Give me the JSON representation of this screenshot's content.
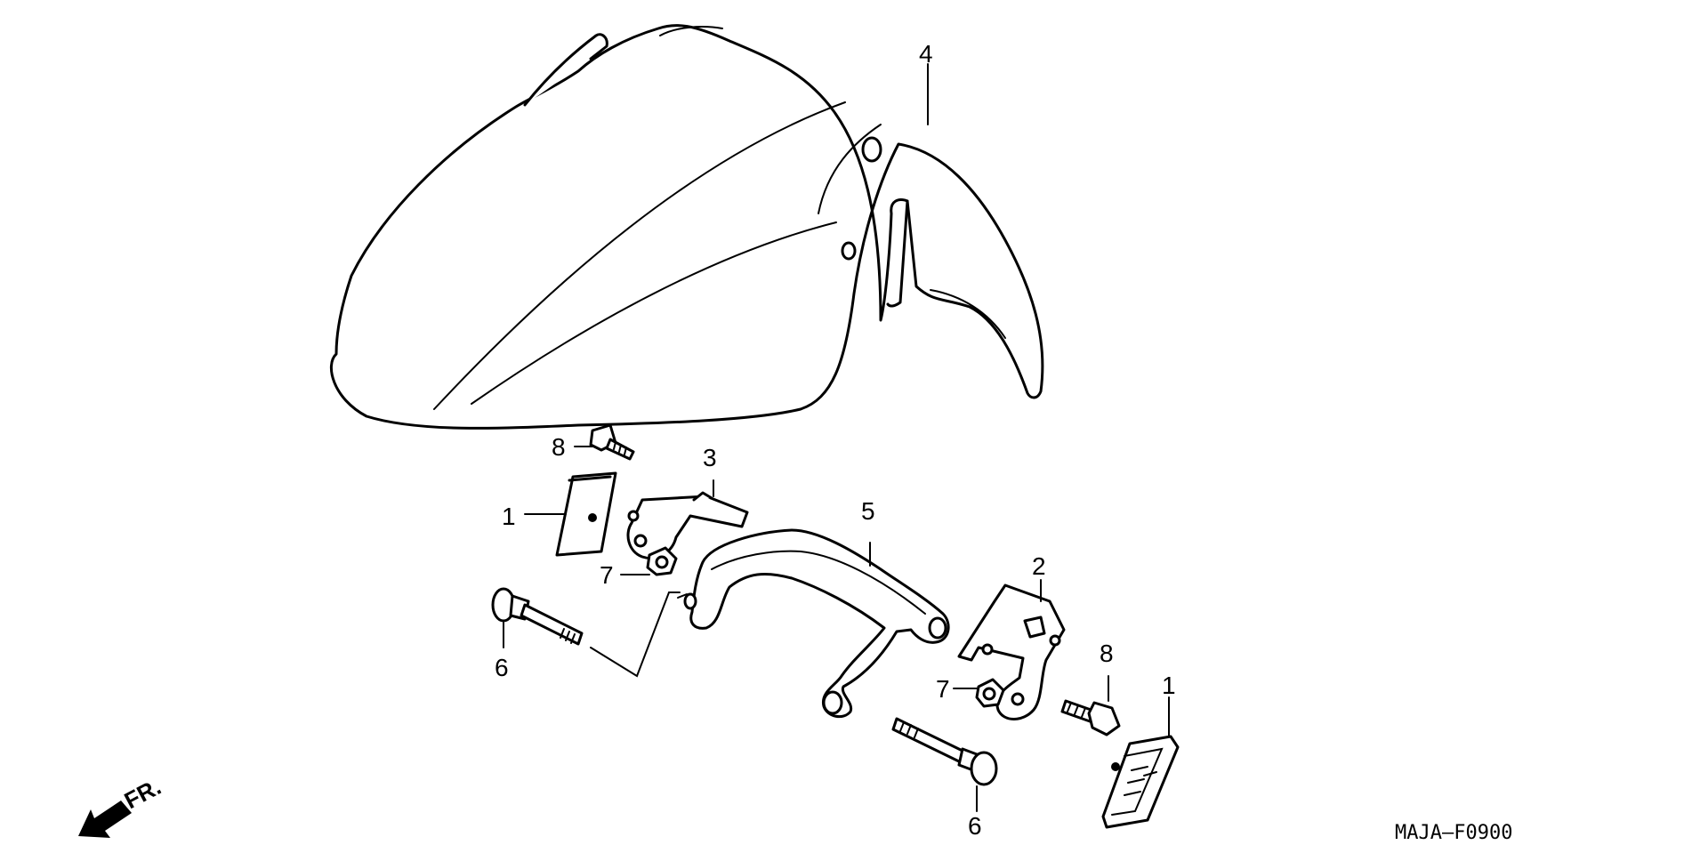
{
  "diagram": {
    "callouts": {
      "c1_left": "1",
      "c1_right": "1",
      "c2": "2",
      "c3": "3",
      "c4": "4",
      "c5": "5",
      "c6_left": "6",
      "c6_bottom": "6",
      "c7_left": "7",
      "c7_right": "7",
      "c8_top": "8",
      "c8_right": "8"
    },
    "direction_label": "FR.",
    "drawing_code": "MAJA–F0900",
    "colors": {
      "line": "#000000",
      "background": "#ffffff"
    },
    "icons": {
      "direction": "arrow-left-down-icon"
    }
  }
}
